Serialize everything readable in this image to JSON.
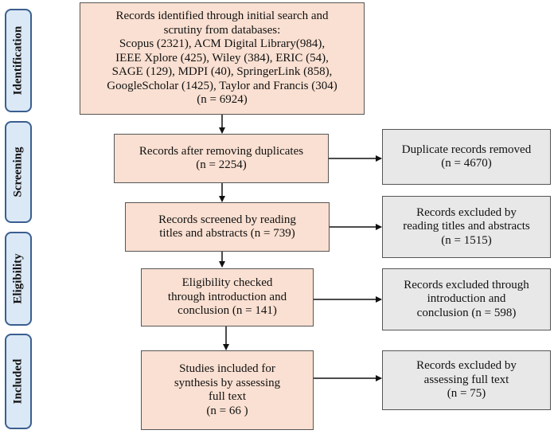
{
  "stages": {
    "identification": "Identification",
    "screening": "Screening",
    "eligibility": "Eligibility",
    "included": "Included"
  },
  "identification": {
    "text": "Records identified through initial search and\nscrutiny from databases:\nScopus (2321), ACM Digital Library(984),\nIEEE Xplore (425), Wiley (384), ERIC (54),\nSAGE (129), MDPI (40), SpringerLink (858),\nGoogleScholar (1425), Taylor and Francis (304)\n(n = 6924)"
  },
  "duplicates_removed_step": {
    "text": "Records after removing duplicates\n(n = 2254)"
  },
  "duplicates_removed_side": {
    "text": "Duplicate records removed\n(n = 4670)"
  },
  "screened_step": {
    "text": "Records screened by reading\ntitles and abstracts (n = 739)"
  },
  "screened_side": {
    "text": "Records excluded by\nreading titles and abstracts\n(n = 1515)"
  },
  "eligibility_step": {
    "text": "Eligibility checked\nthrough introduction and\nconclusion (n = 141)"
  },
  "eligibility_side": {
    "text": "Records excluded through\nintroduction and\nconclusion (n = 598)"
  },
  "included_step": {
    "text": "Studies included for\nsynthesis by assessing\nfull text\n(n = 66 )"
  },
  "included_side": {
    "text": "Records excluded by\nassessing full text\n(n = 75)"
  },
  "colors": {
    "main_box": "#fae0d2",
    "side_box": "#e8e8e8",
    "stage_fill": "#dbe8f6",
    "stage_border": "#3a5f8f"
  }
}
